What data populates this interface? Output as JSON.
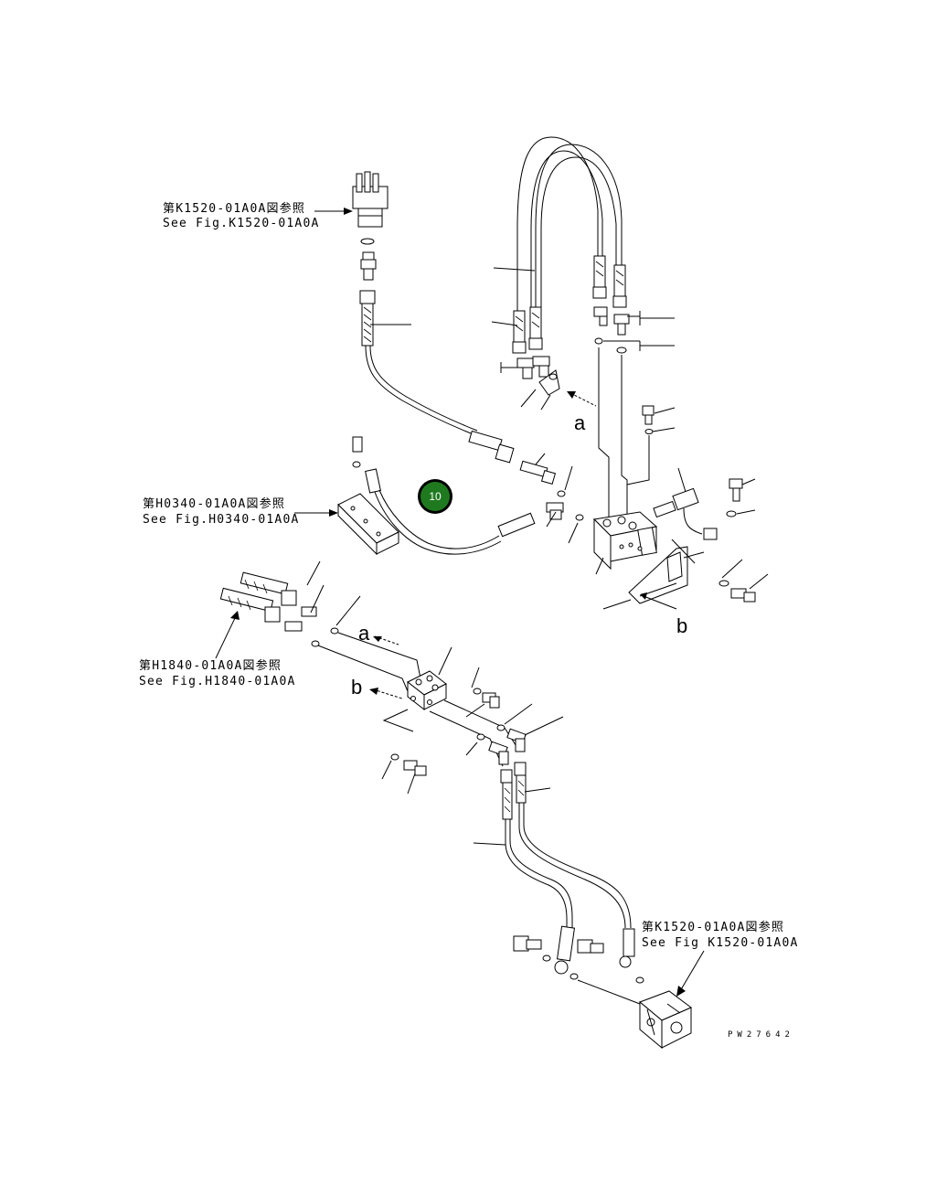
{
  "refs": {
    "k1520_top": {
      "jp": "第K1520-01A0A図参照",
      "en": "See Fig.K1520-01A0A"
    },
    "h0340": {
      "jp": "第H0340-01A0A図参照",
      "en": "See Fig.H0340-01A0A"
    },
    "h1840": {
      "jp": "第H1840-01A0A図参照",
      "en": "See Fig.H1840-01A0A"
    },
    "k1520_bottom": {
      "jp": "第K1520-01A0A図参照",
      "en": "See Fig K1520-01A0A"
    }
  },
  "view_markers": {
    "a_upper": "a",
    "b_right": "b",
    "a_lower": "a",
    "b_left": "b"
  },
  "callout": {
    "label": "10",
    "color": "#1f7a1f"
  },
  "drawing_number": "PW27642"
}
